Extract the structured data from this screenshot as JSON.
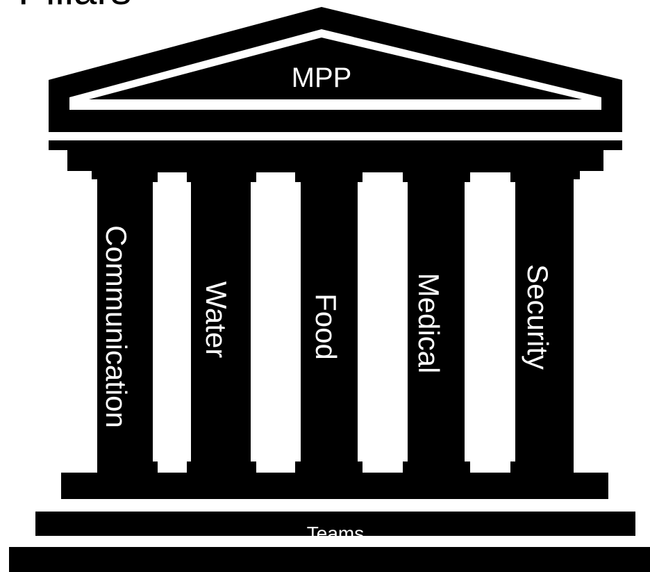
{
  "title": "Pillars",
  "roof": {
    "label": "MPP"
  },
  "pillars": [
    {
      "label": "Communication"
    },
    {
      "label": "Water"
    },
    {
      "label": "Food"
    },
    {
      "label": "Medical"
    },
    {
      "label": "Security"
    }
  ],
  "foundation": {
    "label": "Teams"
  },
  "colors": {
    "shape": "#000000",
    "text": "#ffffff",
    "background": "#ffffff"
  }
}
